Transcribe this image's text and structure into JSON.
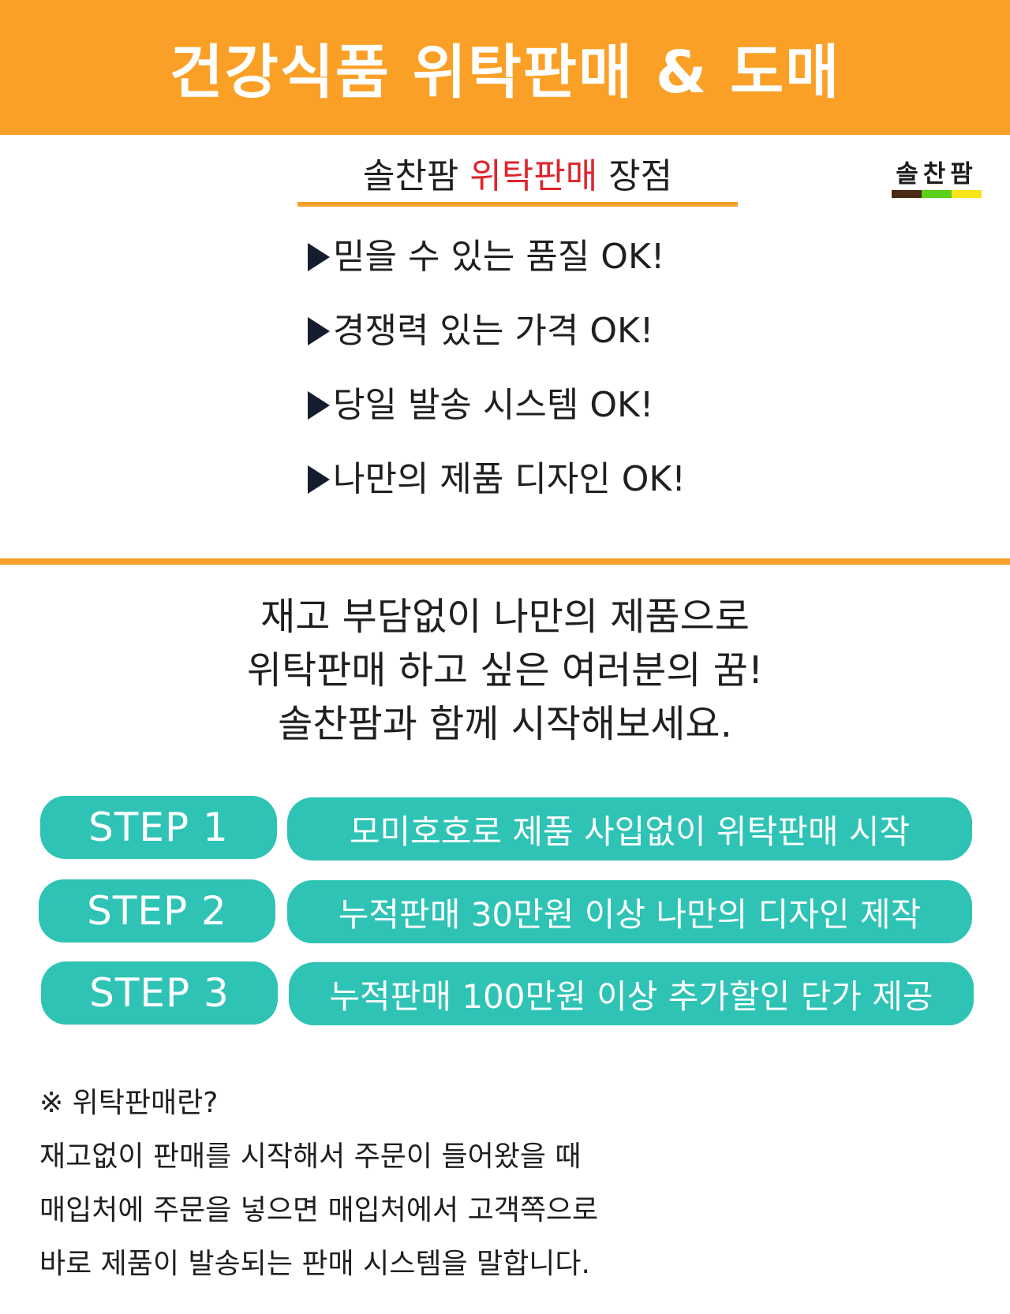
{
  "banner": {
    "title": "건강식품 위탁판매 & 도매"
  },
  "logo": {
    "text": "솔찬팜",
    "colors": [
      "#4a2a12",
      "#5bd01a",
      "#f7e41a"
    ]
  },
  "advantages": {
    "heading_prefix": "솔찬팜 ",
    "heading_highlight": "위탁판매",
    "heading_suffix": " 장점",
    "highlight_color": "#e0242c",
    "items": [
      "믿을 수 있는 품질 OK!",
      "경쟁력 있는 가격 OK!",
      "당일 발송 시스템 OK!",
      "나만의 제품 디자인 OK!"
    ]
  },
  "pitch": {
    "lines": [
      "재고 부담없이 나만의 제품으로",
      "위탁판매 하고 싶은 여러분의 꿈!",
      "솔찬팜과 함께 시작해보세요."
    ]
  },
  "steps": [
    {
      "label": "STEP 1",
      "description": "모미호호로 제품 사입없이 위탁판매 시작"
    },
    {
      "label": "STEP 2",
      "description": "누적판매 30만원 이상 나만의 디자인 제작"
    },
    {
      "label": "STEP 3",
      "description": "누적판매 100만원 이상 추가할인 단가 제공"
    }
  ],
  "note": {
    "lines": [
      "※ 위탁판매란?",
      "재고없이 판매를 시작해서 주문이 들어왔을 때",
      "매입처에 주문을 넣으면 매입처에서 고객쪽으로",
      "바로 제품이 발송되는 판매 시스템을 말합니다."
    ]
  },
  "colors": {
    "banner": "#fba026",
    "accent_line": "#f7a02a",
    "pill": "#2ec3b5",
    "text": "#1f1f1f"
  }
}
